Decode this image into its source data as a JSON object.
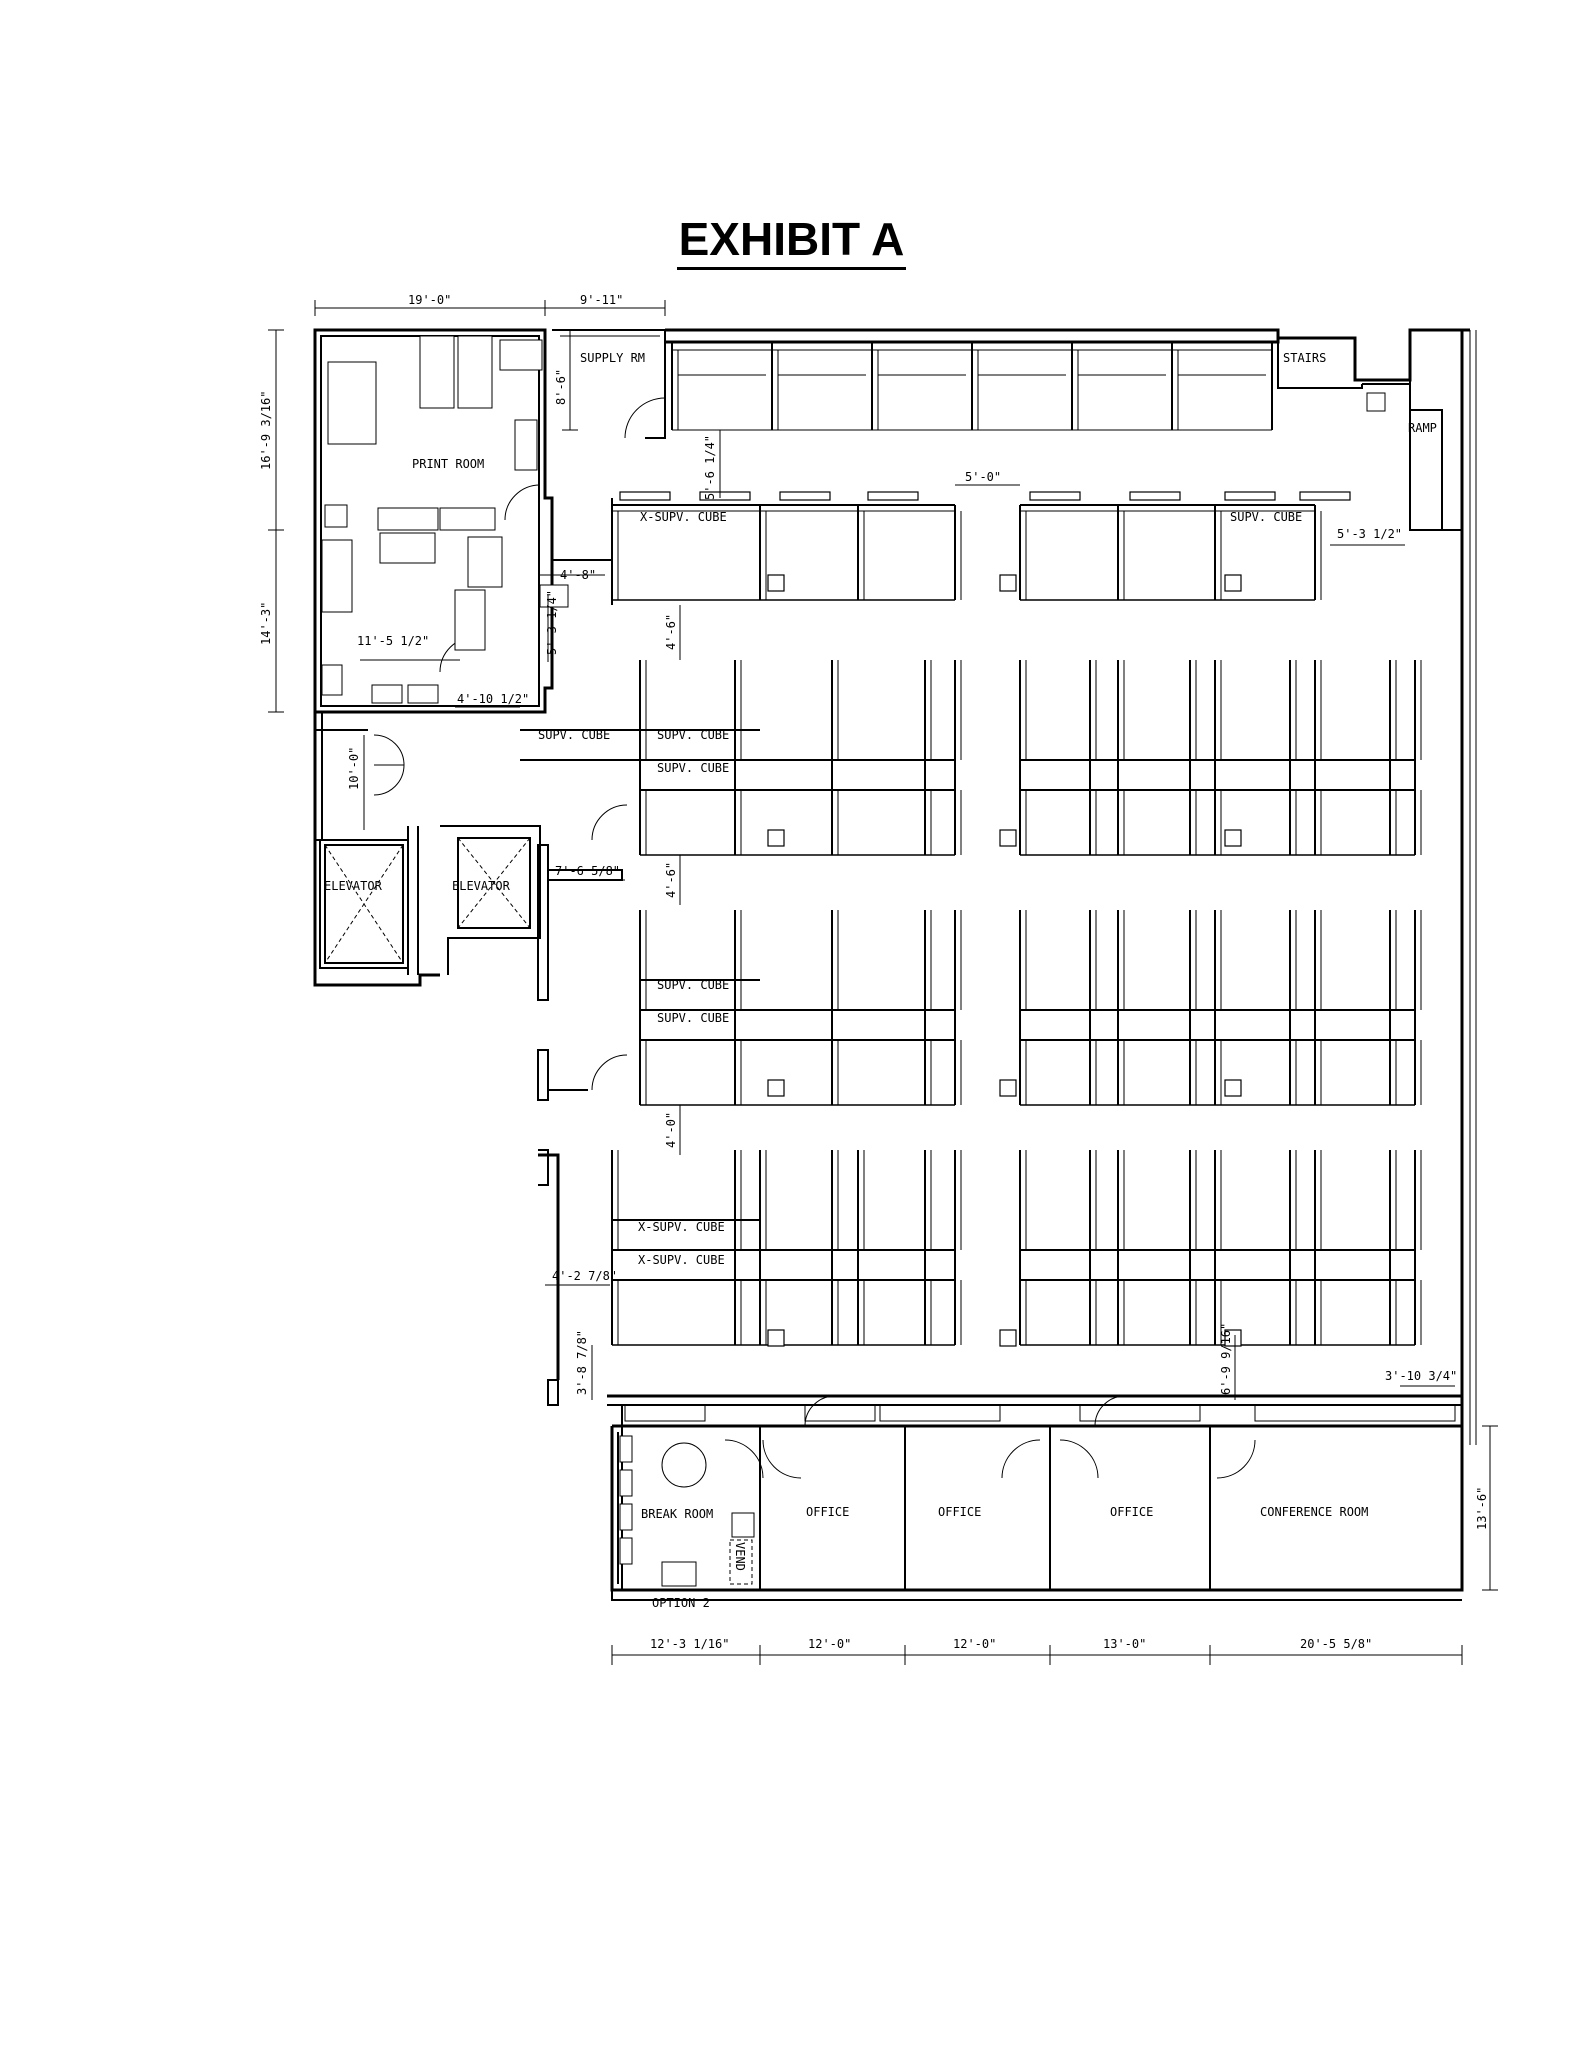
{
  "title": "EXHIBIT A",
  "rooms": {
    "print_room": "PRINT ROOM",
    "supply_rm": "SUPPLY RM",
    "stairs": "STAIRS",
    "ramp": "RAMP",
    "elevator_1": "ELEVATOR",
    "elevator_2": "ELEVATOR",
    "break_room": "BREAK ROOM",
    "vend": "VEND",
    "option_2": "OPTION 2",
    "office_1": "OFFICE",
    "office_2": "OFFICE",
    "office_3": "OFFICE",
    "conference_room": "CONFERENCE ROOM"
  },
  "cubes": {
    "x_supv_1": "X-SUPV. CUBE",
    "supv_r1": "SUPV. CUBE",
    "supv_a": "SUPV. CUBE",
    "supv_b": "SUPV. CUBE",
    "supv_c": "SUPV. CUBE",
    "supv_d": "SUPV. CUBE",
    "supv_e": "SUPV. CUBE",
    "x_supv_2": "X-SUPV. CUBE",
    "x_supv_3": "X-SUPV. CUBE"
  },
  "dimensions": {
    "top_left": "19'-0\"",
    "top_right": "9'-11\"",
    "left_upper": "16'-9 3/16\"",
    "left_lower": "14'-3\"",
    "supply_height": "8'-6\"",
    "aisle_top": "5'-6 1/4\"",
    "aisle_center": "5'-0\"",
    "right_top": "5'-3 1/2\"",
    "left_48": "4'-8\"",
    "v_534": "5'-3 1/4\"",
    "v_46a": "4'-6\"",
    "h_1155": "11'-5 1/2\"",
    "h_41012": "4'-10 1/2\"",
    "v_10": "10'-0\"",
    "h_7658": "7'-6 5/8\"",
    "v_46b": "4'-6\"",
    "v_40": "4'-0\"",
    "h_4278": "4'-2 7/8\"",
    "v_3878": "3'-8 7/8\"",
    "v_6916": "6'-9 9/16\"",
    "h_31034": "3'-10 3/4\"",
    "v_136": "13'-6\"",
    "b_1": "12'-3 1/16\"",
    "b_2": "12'-0\"",
    "b_3": "12'-0\"",
    "b_4": "13'-0\"",
    "b_5": "20'-5 5/8\""
  }
}
